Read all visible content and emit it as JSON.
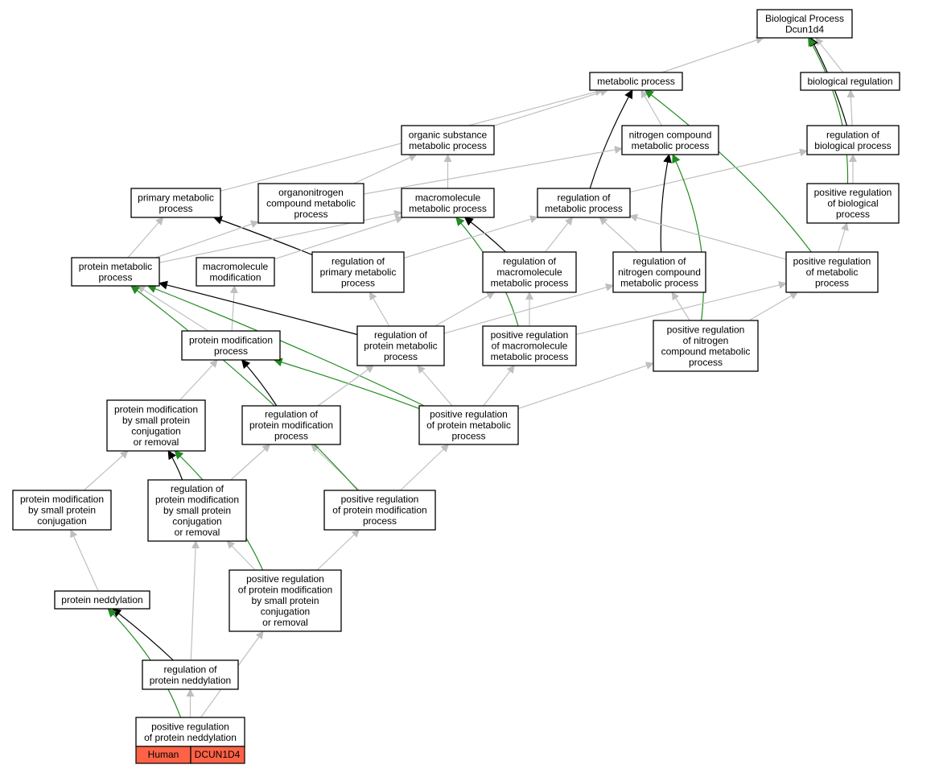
{
  "graph": {
    "nodes": {
      "bp": [
        "Biological Process",
        "Dcun1d4"
      ],
      "metabolic": [
        "metabolic process"
      ],
      "bioreg": [
        "biological regulation"
      ],
      "organic": [
        "organic substance",
        "metabolic process"
      ],
      "nitrogen": [
        "nitrogen compound",
        "metabolic process"
      ],
      "regbio": [
        "regulation of",
        "biological process"
      ],
      "primary": [
        "primary metabolic",
        "process"
      ],
      "organonitrogen": [
        "organonitrogen",
        "compound metabolic",
        "process"
      ],
      "macromolecule_mp": [
        "macromolecule",
        "metabolic process"
      ],
      "reg_metabolic": [
        "regulation of",
        "metabolic process"
      ],
      "pos_reg_bio": [
        "positive regulation",
        "of biological",
        "process"
      ],
      "protein_mp": [
        "protein metabolic",
        "process"
      ],
      "macro_mod": [
        "macromolecule",
        "modification"
      ],
      "reg_primary": [
        "regulation of",
        "primary metabolic",
        "process"
      ],
      "reg_macro": [
        "regulation of",
        "macromolecule",
        "metabolic process"
      ],
      "reg_nitrogen": [
        "regulation of",
        "nitrogen compound",
        "metabolic process"
      ],
      "pos_reg_metabolic": [
        "positive regulation",
        "of metabolic",
        "process"
      ],
      "protein_mod": [
        "protein modification",
        "process"
      ],
      "reg_protein_mp": [
        "regulation of",
        "protein metabolic",
        "process"
      ],
      "pos_reg_macro": [
        "positive regulation",
        "of macromolecule",
        "metabolic process"
      ],
      "pos_reg_nitrogen": [
        "positive regulation",
        "of nitrogen",
        "compound metabolic",
        "process"
      ],
      "pm_small_rem": [
        "protein modification",
        "by small protein",
        "conjugation",
        "or removal"
      ],
      "reg_protein_mod": [
        "regulation of",
        "protein modification",
        "process"
      ],
      "pos_reg_protein_mp": [
        "positive regulation",
        "of protein metabolic",
        "process"
      ],
      "pm_small_conj": [
        "protein modification",
        "by small protein",
        "conjugation"
      ],
      "reg_pm_small": [
        "regulation of",
        "protein modification",
        "by small protein",
        "conjugation",
        "or removal"
      ],
      "pos_reg_protein_mod": [
        "positive regulation",
        "of protein modification",
        "process"
      ],
      "neddylation": [
        "protein neddylation"
      ],
      "pos_reg_pm_small": [
        "positive regulation",
        "of protein modification",
        "by small protein",
        "conjugation",
        "or removal"
      ],
      "reg_neddylation": [
        "regulation of",
        "protein neddylation"
      ],
      "pos_reg_neddylation": [
        "positive regulation",
        "of protein neddylation"
      ]
    },
    "species_label": "Human",
    "gene_label": "DCUN1D4",
    "edges": [
      {
        "from": "metabolic",
        "to": "bp",
        "type": "gray"
      },
      {
        "from": "bioreg",
        "to": "bp",
        "type": "gray"
      },
      {
        "from": "regbio",
        "to": "bp",
        "type": "black"
      },
      {
        "from": "pos_reg_bio",
        "to": "bp",
        "type": "green"
      },
      {
        "from": "regbio",
        "to": "bioreg",
        "type": "gray"
      },
      {
        "from": "organic",
        "to": "metabolic",
        "type": "gray"
      },
      {
        "from": "nitrogen",
        "to": "metabolic",
        "type": "gray"
      },
      {
        "from": "primary",
        "to": "metabolic",
        "type": "gray"
      },
      {
        "from": "reg_metabolic",
        "to": "metabolic",
        "type": "black"
      },
      {
        "from": "pos_reg_metabolic",
        "to": "metabolic",
        "type": "green"
      },
      {
        "from": "pos_reg_bio",
        "to": "regbio",
        "type": "gray"
      },
      {
        "from": "reg_metabolic",
        "to": "regbio",
        "type": "gray"
      },
      {
        "from": "organonitrogen",
        "to": "organic",
        "type": "gray"
      },
      {
        "from": "macromolecule_mp",
        "to": "organic",
        "type": "gray"
      },
      {
        "from": "organonitrogen",
        "to": "nitrogen",
        "type": "gray"
      },
      {
        "from": "reg_nitrogen",
        "to": "nitrogen",
        "type": "black"
      },
      {
        "from": "pos_reg_nitrogen",
        "to": "nitrogen",
        "type": "green"
      },
      {
        "from": "pos_reg_metabolic",
        "to": "pos_reg_bio",
        "type": "gray"
      },
      {
        "from": "protein_mp",
        "to": "primary",
        "type": "gray"
      },
      {
        "from": "reg_primary",
        "to": "primary",
        "type": "black"
      },
      {
        "from": "protein_mp",
        "to": "organonitrogen",
        "type": "gray"
      },
      {
        "from": "protein_mp",
        "to": "macromolecule_mp",
        "type": "gray"
      },
      {
        "from": "macro_mod",
        "to": "macromolecule_mp",
        "type": "gray"
      },
      {
        "from": "reg_macro",
        "to": "macromolecule_mp",
        "type": "black"
      },
      {
        "from": "pos_reg_macro",
        "to": "macromolecule_mp",
        "type": "green"
      },
      {
        "from": "reg_primary",
        "to": "reg_metabolic",
        "type": "gray"
      },
      {
        "from": "reg_macro",
        "to": "reg_metabolic",
        "type": "gray"
      },
      {
        "from": "reg_nitrogen",
        "to": "reg_metabolic",
        "type": "gray"
      },
      {
        "from": "pos_reg_metabolic",
        "to": "reg_metabolic",
        "type": "gray"
      },
      {
        "from": "protein_mod",
        "to": "macro_mod",
        "type": "gray"
      },
      {
        "from": "protein_mod",
        "to": "protein_mp",
        "type": "gray"
      },
      {
        "from": "reg_protein_mp",
        "to": "protein_mp",
        "type": "black"
      },
      {
        "from": "pos_reg_protein_mp",
        "to": "protein_mp",
        "type": "green"
      },
      {
        "from": "reg_protein_mp",
        "to": "reg_primary",
        "type": "gray"
      },
      {
        "from": "reg_protein_mp",
        "to": "reg_macro",
        "type": "gray"
      },
      {
        "from": "reg_protein_mp",
        "to": "reg_nitrogen",
        "type": "gray"
      },
      {
        "from": "pos_reg_macro",
        "to": "reg_macro",
        "type": "gray"
      },
      {
        "from": "pos_reg_macro",
        "to": "pos_reg_metabolic",
        "type": "gray"
      },
      {
        "from": "pos_reg_nitrogen",
        "to": "reg_nitrogen",
        "type": "gray"
      },
      {
        "from": "pos_reg_nitrogen",
        "to": "pos_reg_metabolic",
        "type": "gray"
      },
      {
        "from": "pm_small_rem",
        "to": "protein_mod",
        "type": "gray"
      },
      {
        "from": "reg_protein_mod",
        "to": "protein_mod",
        "type": "black"
      },
      {
        "from": "pos_reg_protein_mp",
        "to": "protein_mod",
        "type": "green"
      },
      {
        "from": "reg_protein_mod",
        "to": "reg_protein_mp",
        "type": "gray"
      },
      {
        "from": "pos_reg_protein_mp",
        "to": "reg_protein_mp",
        "type": "gray"
      },
      {
        "from": "pos_reg_protein_mp",
        "to": "pos_reg_macro",
        "type": "gray"
      },
      {
        "from": "pos_reg_protein_mp",
        "to": "pos_reg_nitrogen",
        "type": "gray"
      },
      {
        "from": "pm_small_conj",
        "to": "pm_small_rem",
        "type": "gray"
      },
      {
        "from": "reg_pm_small",
        "to": "pm_small_rem",
        "type": "black"
      },
      {
        "from": "pos_reg_pm_small",
        "to": "pm_small_rem",
        "type": "green"
      },
      {
        "from": "reg_pm_small",
        "to": "reg_protein_mod",
        "type": "gray"
      },
      {
        "from": "pos_reg_protein_mod",
        "to": "reg_protein_mod",
        "type": "gray"
      },
      {
        "from": "pos_reg_protein_mod",
        "to": "pos_reg_protein_mp",
        "type": "gray"
      },
      {
        "from": "pos_reg_protein_mod",
        "to": "protein_mp",
        "type": "green"
      },
      {
        "from": "neddylation",
        "to": "pm_small_conj",
        "type": "gray"
      },
      {
        "from": "pos_reg_pm_small",
        "to": "reg_pm_small",
        "type": "gray"
      },
      {
        "from": "pos_reg_pm_small",
        "to": "pos_reg_protein_mod",
        "type": "gray"
      },
      {
        "from": "reg_neddylation",
        "to": "neddylation",
        "type": "black"
      },
      {
        "from": "reg_neddylation",
        "to": "reg_pm_small",
        "type": "gray"
      },
      {
        "from": "pos_reg_neddylation",
        "to": "reg_neddylation",
        "type": "gray"
      },
      {
        "from": "pos_reg_neddylation",
        "to": "neddylation",
        "type": "green"
      },
      {
        "from": "pos_reg_neddylation",
        "to": "pos_reg_pm_small",
        "type": "gray"
      }
    ],
    "colors": {
      "gray": "#bfbfbf",
      "black": "#000000",
      "green": "#228b22",
      "species_fill": "#ff6347"
    }
  }
}
